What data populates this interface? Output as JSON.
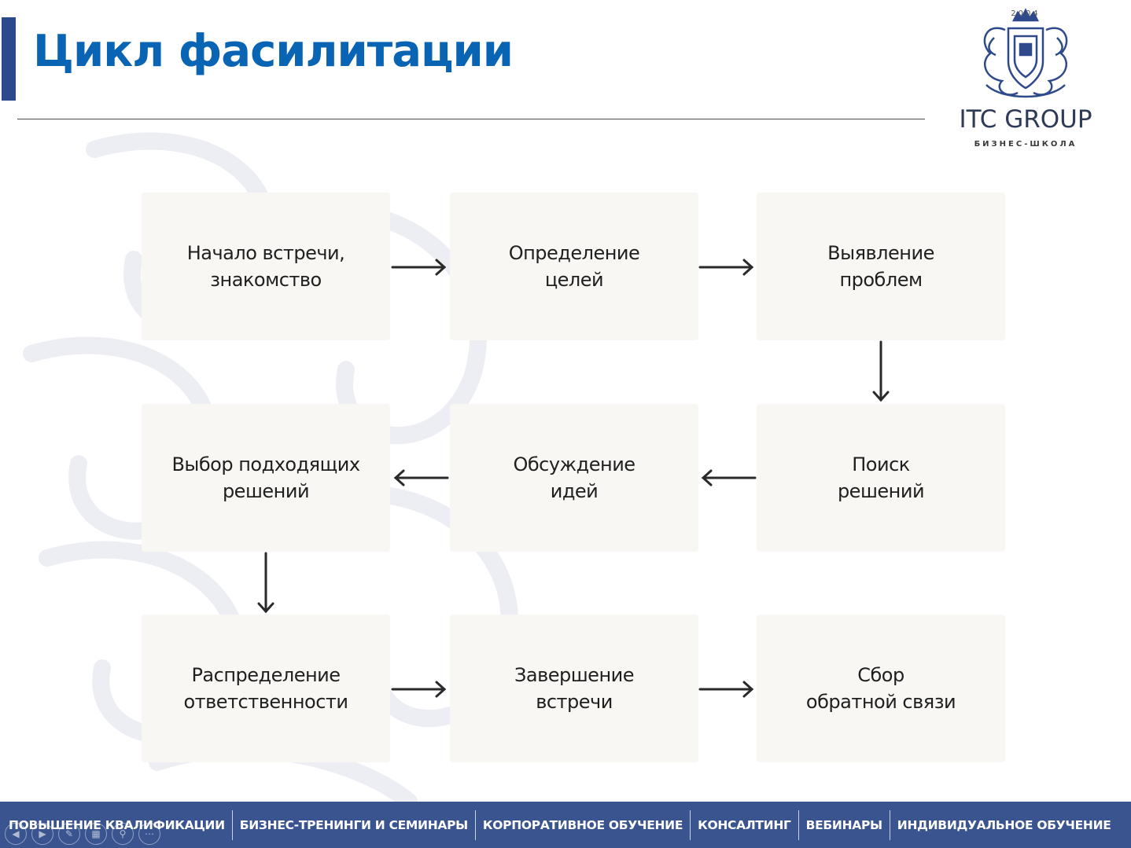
{
  "header": {
    "title": "Цикл фасилитации"
  },
  "logo": {
    "year": "2004",
    "name": "ITC GROUP",
    "subtitle": "БИЗНЕС-ШКОЛА"
  },
  "diagram": {
    "steps": [
      {
        "label": "Начало встречи,\nзнакомство"
      },
      {
        "label": "Определение\nцелей"
      },
      {
        "label": "Выявление\nпроблем"
      },
      {
        "label": "Поиск\nрешений"
      },
      {
        "label": "Обсуждение\nидей"
      },
      {
        "label": "Выбор подходящих\nрешений"
      },
      {
        "label": "Распределение\nответственности"
      },
      {
        "label": "Завершение\nвстречи"
      },
      {
        "label": "Сбор\nобратной связи"
      }
    ]
  },
  "footer_nav": {
    "items": [
      {
        "label": "ПОВЫШЕНИЕ КВАЛИФИКАЦИИ"
      },
      {
        "label": "БИЗНЕС-ТРЕНИНГИ И СЕМИНАРЫ"
      },
      {
        "label": "КОРПОРАТИВНОЕ ОБУЧЕНИЕ"
      },
      {
        "label": "КОНСАЛТИНГ"
      },
      {
        "label": "ВЕБИНАРЫ"
      },
      {
        "label": "ИНДИВИДУАЛЬНОЕ ОБУЧЕНИЕ"
      }
    ]
  },
  "presentation_controls": {
    "icons": [
      "previous-slide-icon",
      "next-slide-icon",
      "pen-icon",
      "slides-grid-icon",
      "zoom-icon",
      "more-options-icon"
    ]
  },
  "colors": {
    "title": "#0a64b4",
    "accent_bar": "#2b4a8b",
    "footer_bg": "#3a5490",
    "box_bg": "#f8f7f3",
    "logo": "#2e3b56"
  }
}
